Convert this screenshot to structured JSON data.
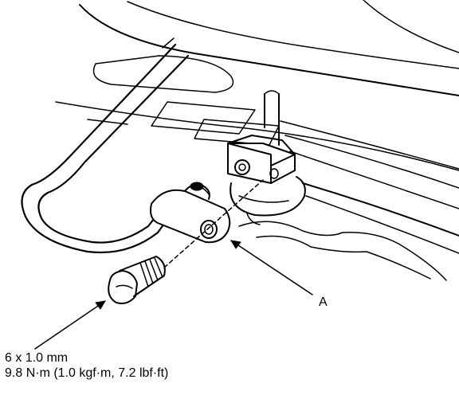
{
  "diagram": {
    "callout_label": "A",
    "spec": {
      "bolt_size": "6 x 1.0 mm",
      "torque": "9.8 N·m (1.0 kgf·m, 7.2 lbf·ft)"
    }
  },
  "colors": {
    "line": "#000000",
    "background": "#ffffff"
  }
}
